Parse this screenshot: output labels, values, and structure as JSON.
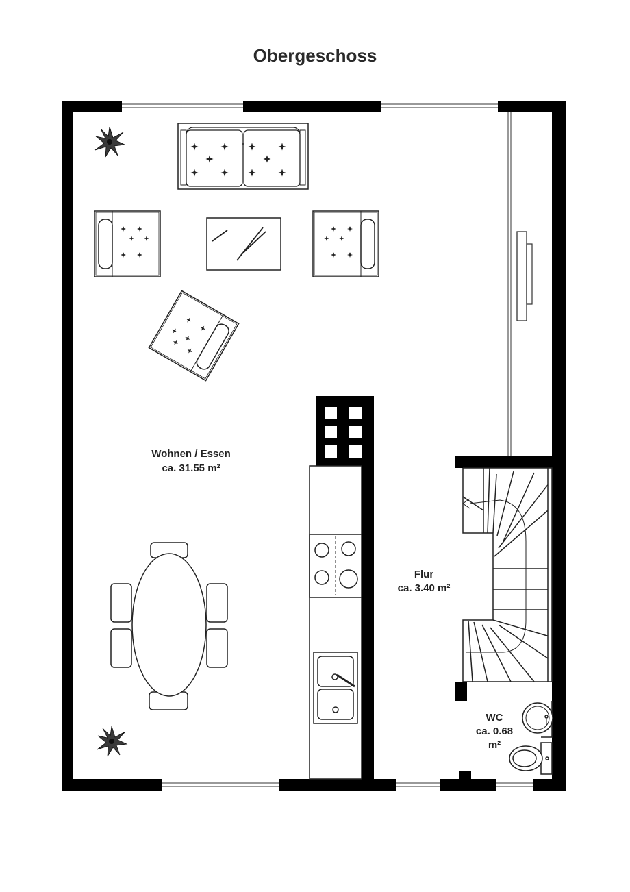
{
  "title": "Obergeschoss",
  "rooms": [
    {
      "name": "Wohnen / Essen",
      "area": "ca. 31.55 m²"
    },
    {
      "name": "Flur",
      "area": "ca. 3.40 m²"
    },
    {
      "name": "WC",
      "area_line1": "ca. 0.68",
      "area_line2": "m²"
    }
  ],
  "colors": {
    "wall": "#000000",
    "line": "#222222",
    "background": "#ffffff"
  },
  "icons": [
    "plant-icon",
    "sofa-icon",
    "armchair-icon",
    "coffee-table-icon",
    "dining-table-icon",
    "chair-icon",
    "cooktop-icon",
    "sink-icon",
    "stairs-icon",
    "toilet-icon",
    "washbasin-icon",
    "chimney-icon"
  ]
}
